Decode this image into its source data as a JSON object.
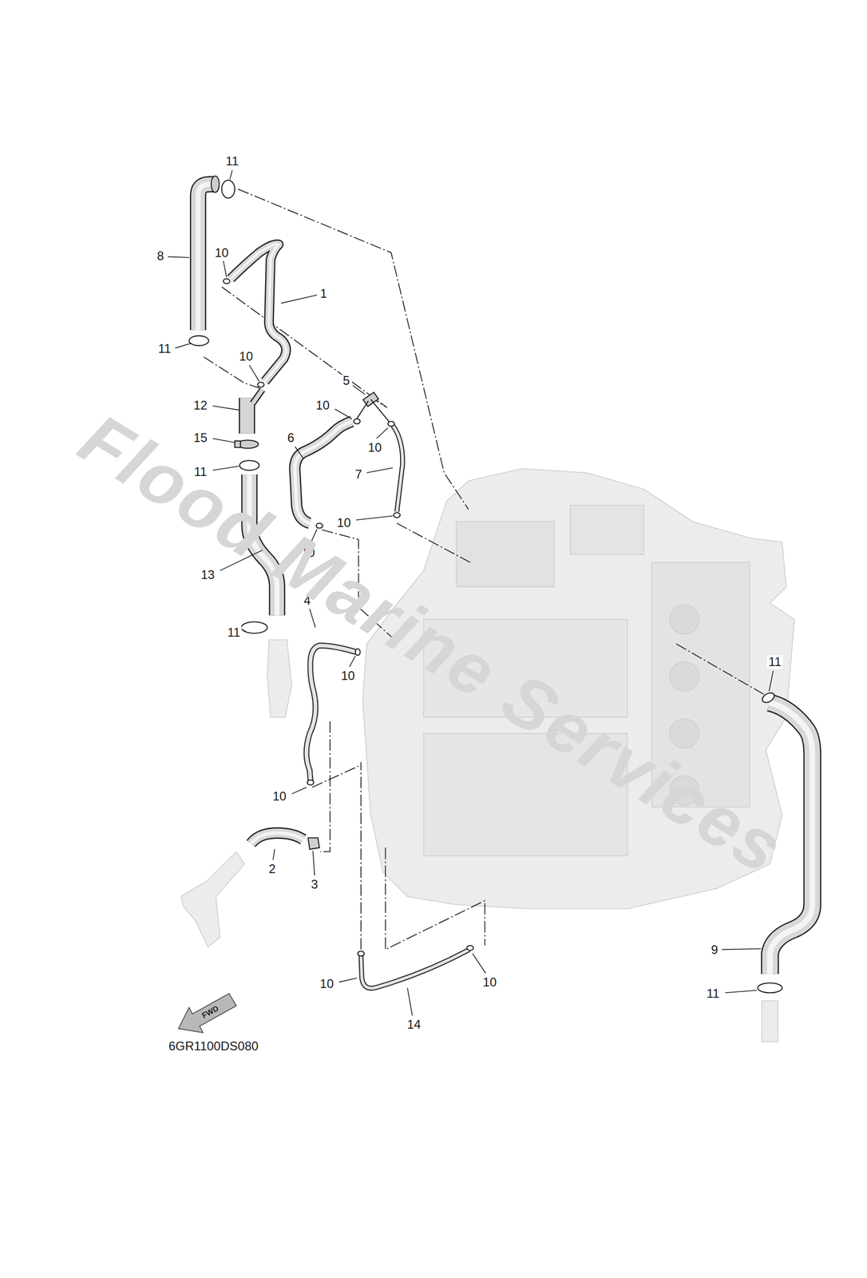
{
  "diagram": {
    "labels": [
      "11",
      "8",
      "10",
      "1",
      "11",
      "10",
      "5",
      "12",
      "10",
      "15",
      "6",
      "10",
      "11",
      "7",
      "10",
      "10",
      "13",
      "4",
      "11",
      "10",
      "11",
      "10",
      "2",
      "3",
      "9",
      "10",
      "10",
      "11",
      "14",
      "FWD",
      "6GR1100DS080",
      "Flood Marine Services"
    ]
  }
}
